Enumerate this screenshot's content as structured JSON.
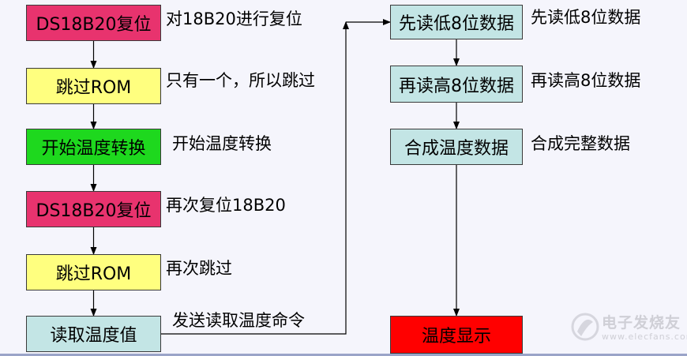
{
  "colors": {
    "magenta": "#e8336e",
    "yellow": "#ffff7f",
    "green": "#1ed81e",
    "teal": "#c3e5e5",
    "red": "#ff0000",
    "line": "#000000"
  },
  "left_column": {
    "steps": [
      {
        "label": "DS18B20复位",
        "note": "对18B20进行复位",
        "color": "magenta"
      },
      {
        "label": "跳过ROM",
        "note": "只有一个，所以跳过",
        "color": "yellow"
      },
      {
        "label": "开始温度转换",
        "note": "开始温度转换",
        "color": "green"
      },
      {
        "label": "DS18B20复位",
        "note": "再次复位18B20",
        "color": "magenta"
      },
      {
        "label": "跳过ROM",
        "note": "再次跳过",
        "color": "yellow"
      },
      {
        "label": "读取温度值",
        "note": "发送读取温度命令",
        "color": "teal"
      }
    ]
  },
  "right_column": {
    "steps": [
      {
        "label": "先读低8位数据",
        "note": "先读低8位数据",
        "color": "teal"
      },
      {
        "label": "再读高8位数据",
        "note": "再读高8位数据",
        "color": "teal"
      },
      {
        "label": "合成温度数据",
        "note": "合成完整数据",
        "color": "teal"
      },
      {
        "label": "温度显示",
        "note": "",
        "color": "red"
      }
    ]
  },
  "watermark": {
    "text": "电子发烧友",
    "sub": "www.elecfans.com",
    "icon": "elecfans-logo-icon"
  }
}
